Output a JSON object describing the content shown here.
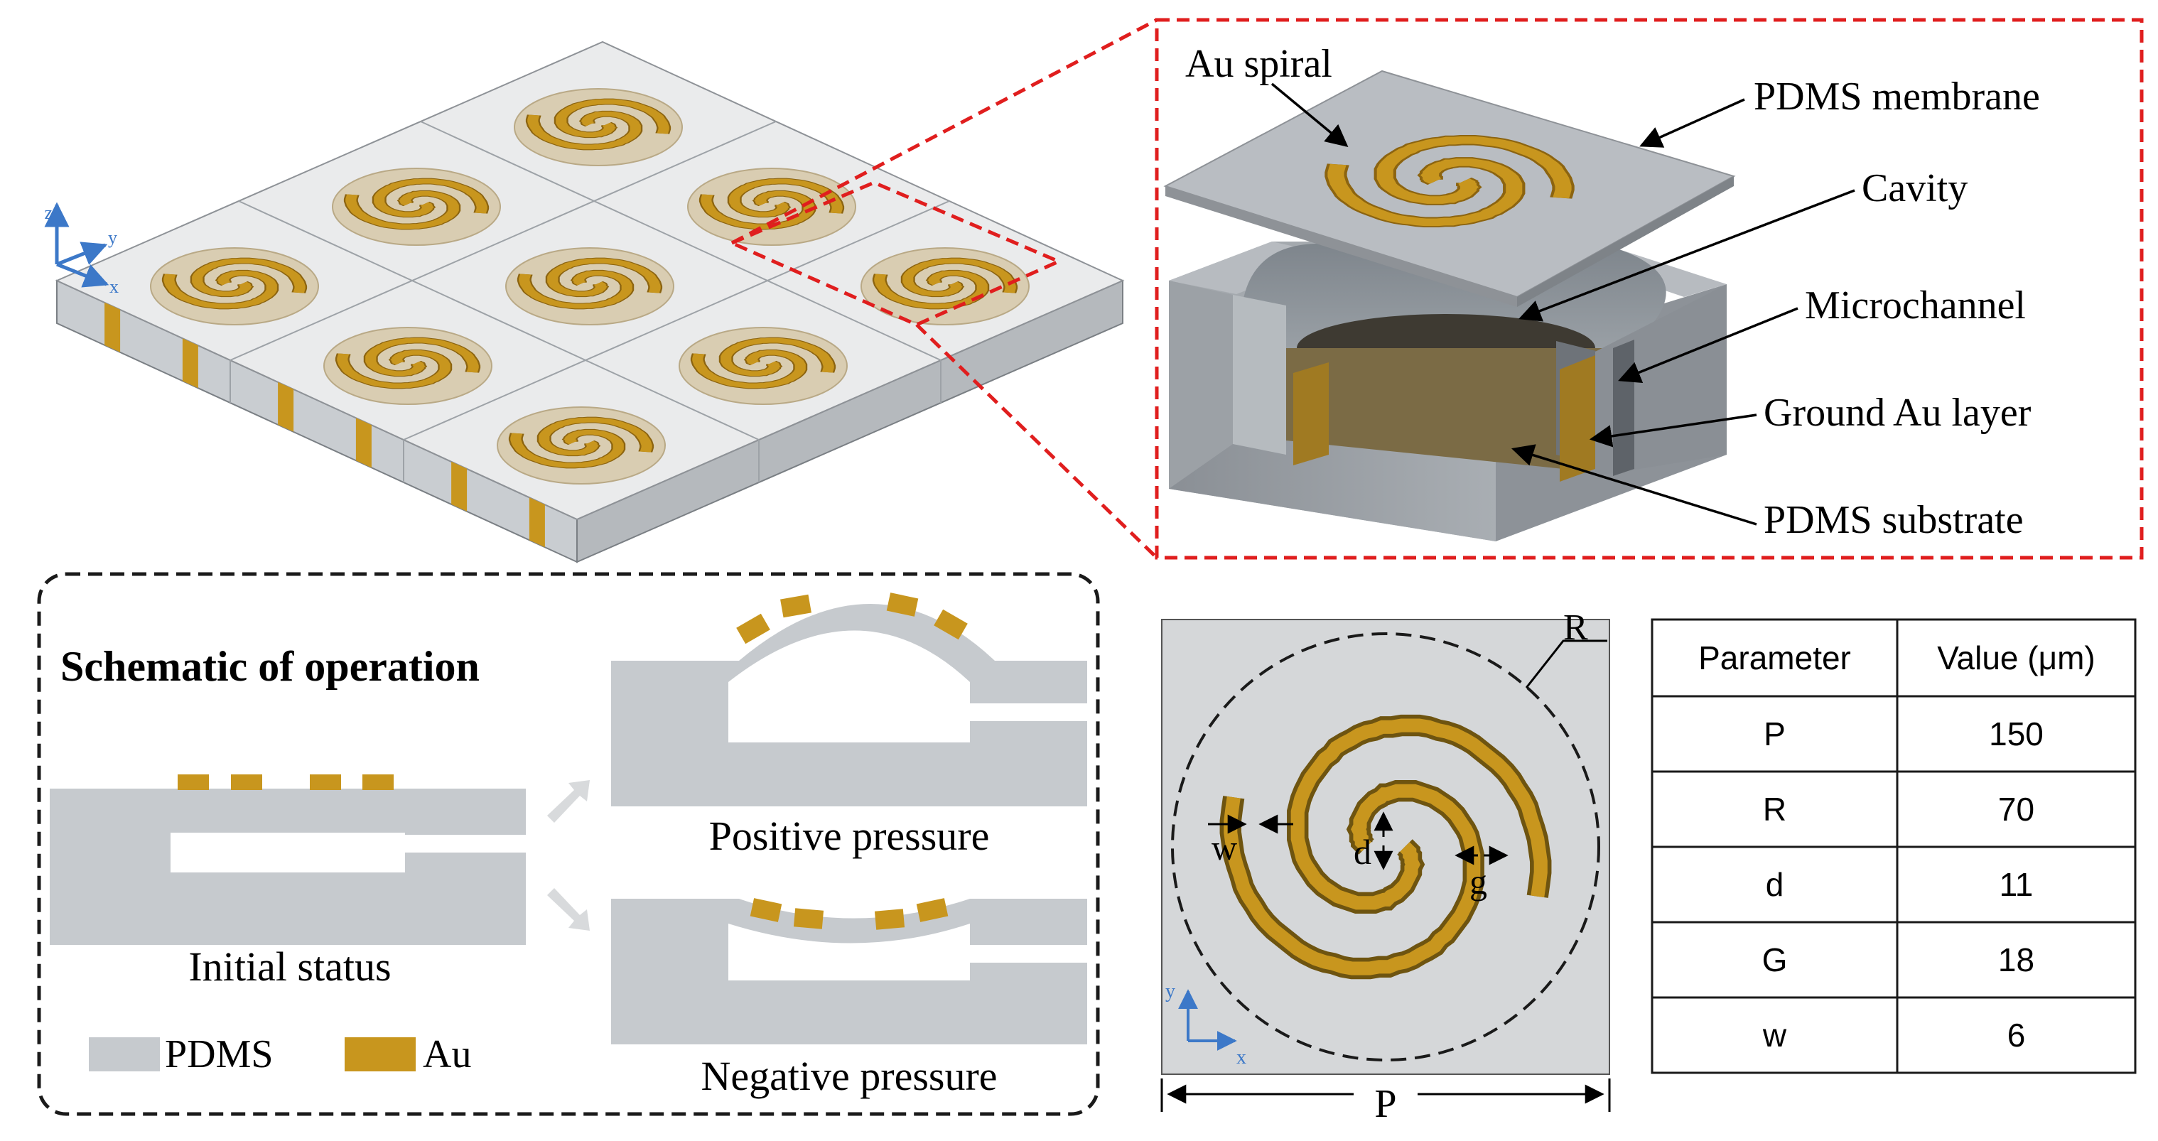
{
  "colors": {
    "au": "#C8961E",
    "au_dark": "#8C6410",
    "pdms": "#C8CCD0",
    "pdms_dark": "#8E9297",
    "red_dash": "#E01E1E",
    "frame": "#1A1A1A"
  },
  "device_3d": {
    "labels": {
      "au_spiral": "Au spiral",
      "pdms_membrane": "PDMS membrane",
      "cavity": "Cavity",
      "microchannel": "Microchannel",
      "ground_au": "Ground Au layer",
      "pdms_substrate": "PDMS substrate"
    }
  },
  "array_axes": {
    "x": "x",
    "y": "y",
    "z": "z"
  },
  "operation": {
    "title": "Schematic of operation",
    "initial": "Initial status",
    "positive": "Positive pressure",
    "negative": "Negative pressure",
    "legend_pdms": "PDMS",
    "legend_au": "Au"
  },
  "top_view": {
    "labels": {
      "R": "R",
      "P": "P",
      "w": "w",
      "d": "d",
      "g": "g"
    },
    "axes": {
      "x": "x",
      "y": "y"
    }
  },
  "param_table": {
    "headers": [
      "Parameter",
      "Value (μm)"
    ],
    "rows": [
      [
        "P",
        "150"
      ],
      [
        "R",
        "70"
      ],
      [
        "d",
        "11"
      ],
      [
        "G",
        "18"
      ],
      [
        "w",
        "6"
      ]
    ]
  }
}
